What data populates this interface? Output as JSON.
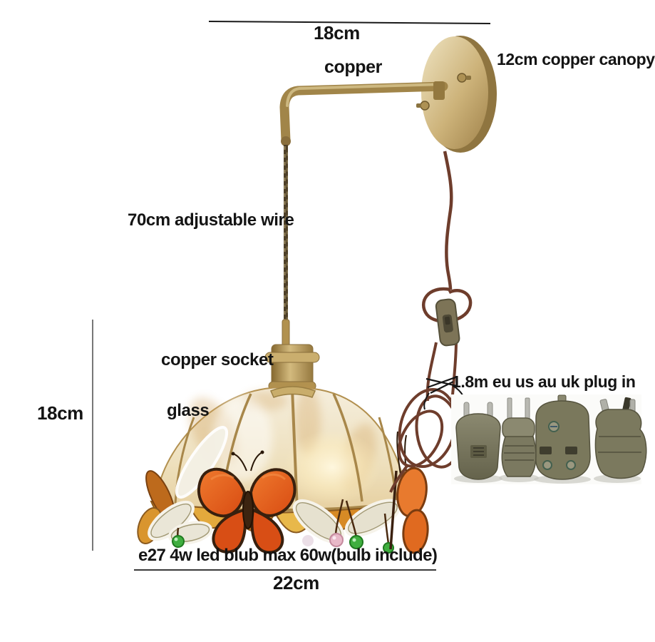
{
  "product_image": {
    "dimensions": {
      "top_width": "18cm",
      "shade_height": "18cm",
      "bottom_width": "22cm"
    },
    "callouts": {
      "arm_material": "copper",
      "canopy": "12cm copper canopy",
      "wire": "70cm adjustable wire",
      "socket": "copper socket",
      "shade_material": "glass",
      "plug": "1.8m eu us au uk plug in",
      "bulb": "e27 4w led blub max 60w(bulb include)"
    },
    "colors": {
      "brass": "#b3955a",
      "brass_dark": "#8a6f3c",
      "cord_brown": "#6e3d2c",
      "butterfly_orange": "#e2591c",
      "glass_amber": "#cf9d55",
      "plug_olive": "#77755a",
      "bead_green": "#3fae3f",
      "bead_pink": "#e8b8c8",
      "text": "#141414"
    }
  }
}
